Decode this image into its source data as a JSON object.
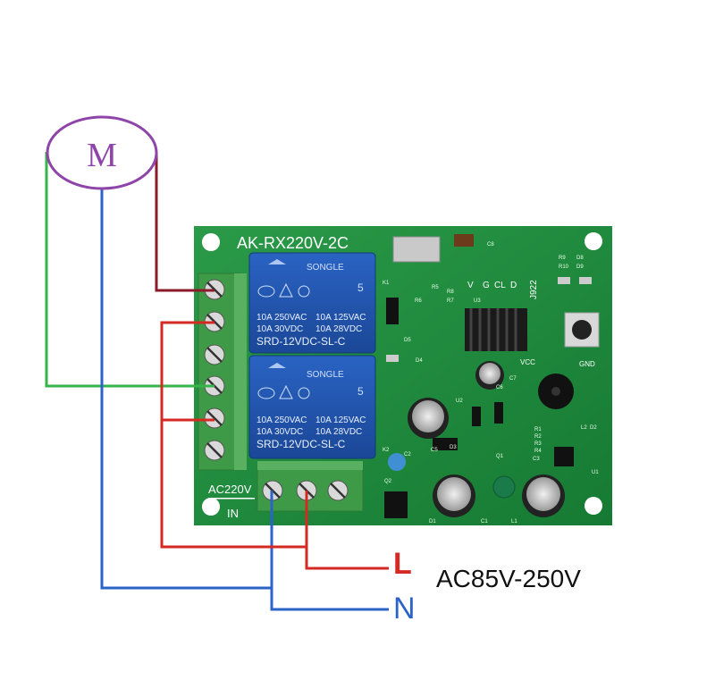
{
  "motor": {
    "label": "M"
  },
  "board": {
    "model": "AK-RX220V-2C",
    "input_label_top": "AC220V",
    "input_label_bottom": "IN",
    "pins": [
      "V",
      "G",
      "CL",
      "D"
    ],
    "antenna_label": "J922",
    "vcc_label": "VCC",
    "gnd_label": "GND",
    "silkscreen": [
      "C8",
      "R9",
      "R10",
      "D8",
      "D9",
      "K1",
      "K2",
      "R8",
      "R7",
      "R5",
      "R6",
      "U3",
      "D5",
      "D4",
      "D3",
      "D1",
      "D2",
      "C1",
      "C2",
      "C3",
      "C5",
      "C6",
      "C7",
      "R1",
      "R2",
      "R3",
      "R4",
      "L1",
      "L2",
      "U1",
      "U2",
      "Q1",
      "Q2"
    ]
  },
  "relays": [
    {
      "brand": "SONGLE",
      "rating_l1": "10A 250VAC",
      "rating_l2": "10A 125VAC",
      "rating_l3": "10A 30VDC",
      "rating_l4": "10A 28VDC",
      "model": "SRD-12VDC-SL-C",
      "pin_no": "5"
    },
    {
      "brand": "SONGLE",
      "rating_l1": "10A 250VAC",
      "rating_l2": "10A 125VAC",
      "rating_l3": "10A 30VDC",
      "rating_l4": "10A 28VDC",
      "model": "SRD-12VDC-SL-C",
      "pin_no": "5"
    }
  ],
  "labels": {
    "live": "L",
    "neutral": "N",
    "voltage": "AC85V-250V"
  },
  "colors": {
    "motor_outline": "#8e44a8",
    "motor_text": "#8e44a8",
    "wire_dark_red": "#8b1a2a",
    "wire_red": "#d42a23",
    "wire_green": "#36b44a",
    "wire_blue": "#2b63c8",
    "pcb": "#1f8a3c",
    "relay": "#1f4fa8",
    "terminal": "#3f9a48"
  }
}
